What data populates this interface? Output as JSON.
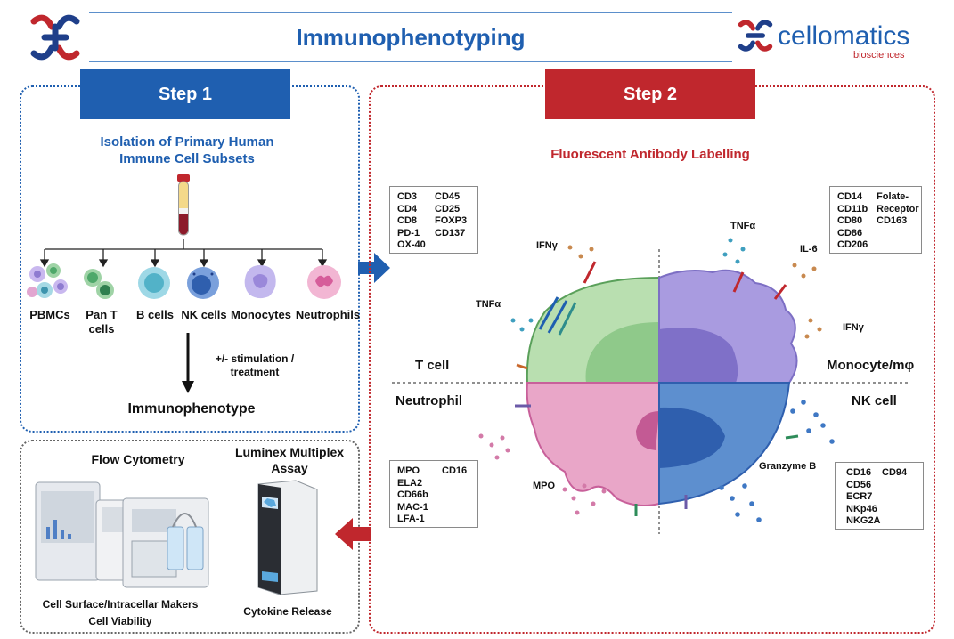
{
  "header": {
    "title": "Immunophenotyping",
    "brand_name": "cellomatics",
    "brand_sub": "biosciences"
  },
  "step1": {
    "label": "Step 1",
    "subtitle_line1": "Isolation of Primary Human",
    "subtitle_line2": "Immune Cell Subsets",
    "cells": [
      {
        "label": "PBMCs",
        "color": "#9fd3a6"
      },
      {
        "label": "Pan T\ncells",
        "color": "#4ea86a"
      },
      {
        "label": "B cells",
        "color": "#74c6d6"
      },
      {
        "label": "NK cells",
        "color": "#3f6fb9"
      },
      {
        "label": "Monocytes",
        "color": "#a89be0"
      },
      {
        "label": "Neutrophils",
        "color": "#e27ab5"
      }
    ],
    "stimulation_line1": "+/- stimulation /",
    "stimulation_line2": "treatment",
    "result": "Immunophenotype"
  },
  "step2": {
    "label": "Step 2",
    "subtitle": "Fluorescent Antibody Labelling",
    "quadrants": {
      "tcell": "T cell",
      "monocyte": "Monocyte/mφ",
      "neutrophil": "Neutrophil",
      "nk": "NK cell"
    },
    "cytokines": {
      "ifng_t": "IFNγ",
      "tnfa_t": "TNFα",
      "tnfa_m": "TNFα",
      "il6": "IL-6",
      "ifng_m": "IFNγ",
      "granzyme": "Granzyme B",
      "mpo": "MPO"
    },
    "marker_boxes": {
      "tcell_col1": "CD3\nCD4\nCD8\nPD-1\nOX-40",
      "tcell_col2": "CD45\nCD25\nFOXP3\nCD137",
      "mono_col1": "CD14\nCD11b\nCD80\nCD86\nCD206",
      "mono_col2": "Folate-\nReceptor\nCD163",
      "neut_col1": "MPO\nELA2\nCD66b\nMAC-1\nLFA-1",
      "neut_col2": "CD16",
      "nk_col1": "CD16\nCD56\nECR7\nNKp46\nNKG2A",
      "nk_col2": "CD94"
    }
  },
  "readout": {
    "flow_title": "Flow Cytometry",
    "luminex_line1": "Luminex Multiplex",
    "luminex_line2": "Assay",
    "flow_caption_line1": "Cell Surface/Intracellar Makers",
    "flow_caption_line2": "Cell Viability",
    "luminex_caption": "Cytokine Release"
  },
  "colors": {
    "blue": "#1f5fb0",
    "red": "#c0272d",
    "tcell": "#b9dfb0",
    "monocyte": "#a99be0",
    "neutrophil": "#e9a6c8",
    "nk": "#5d8fcf"
  }
}
